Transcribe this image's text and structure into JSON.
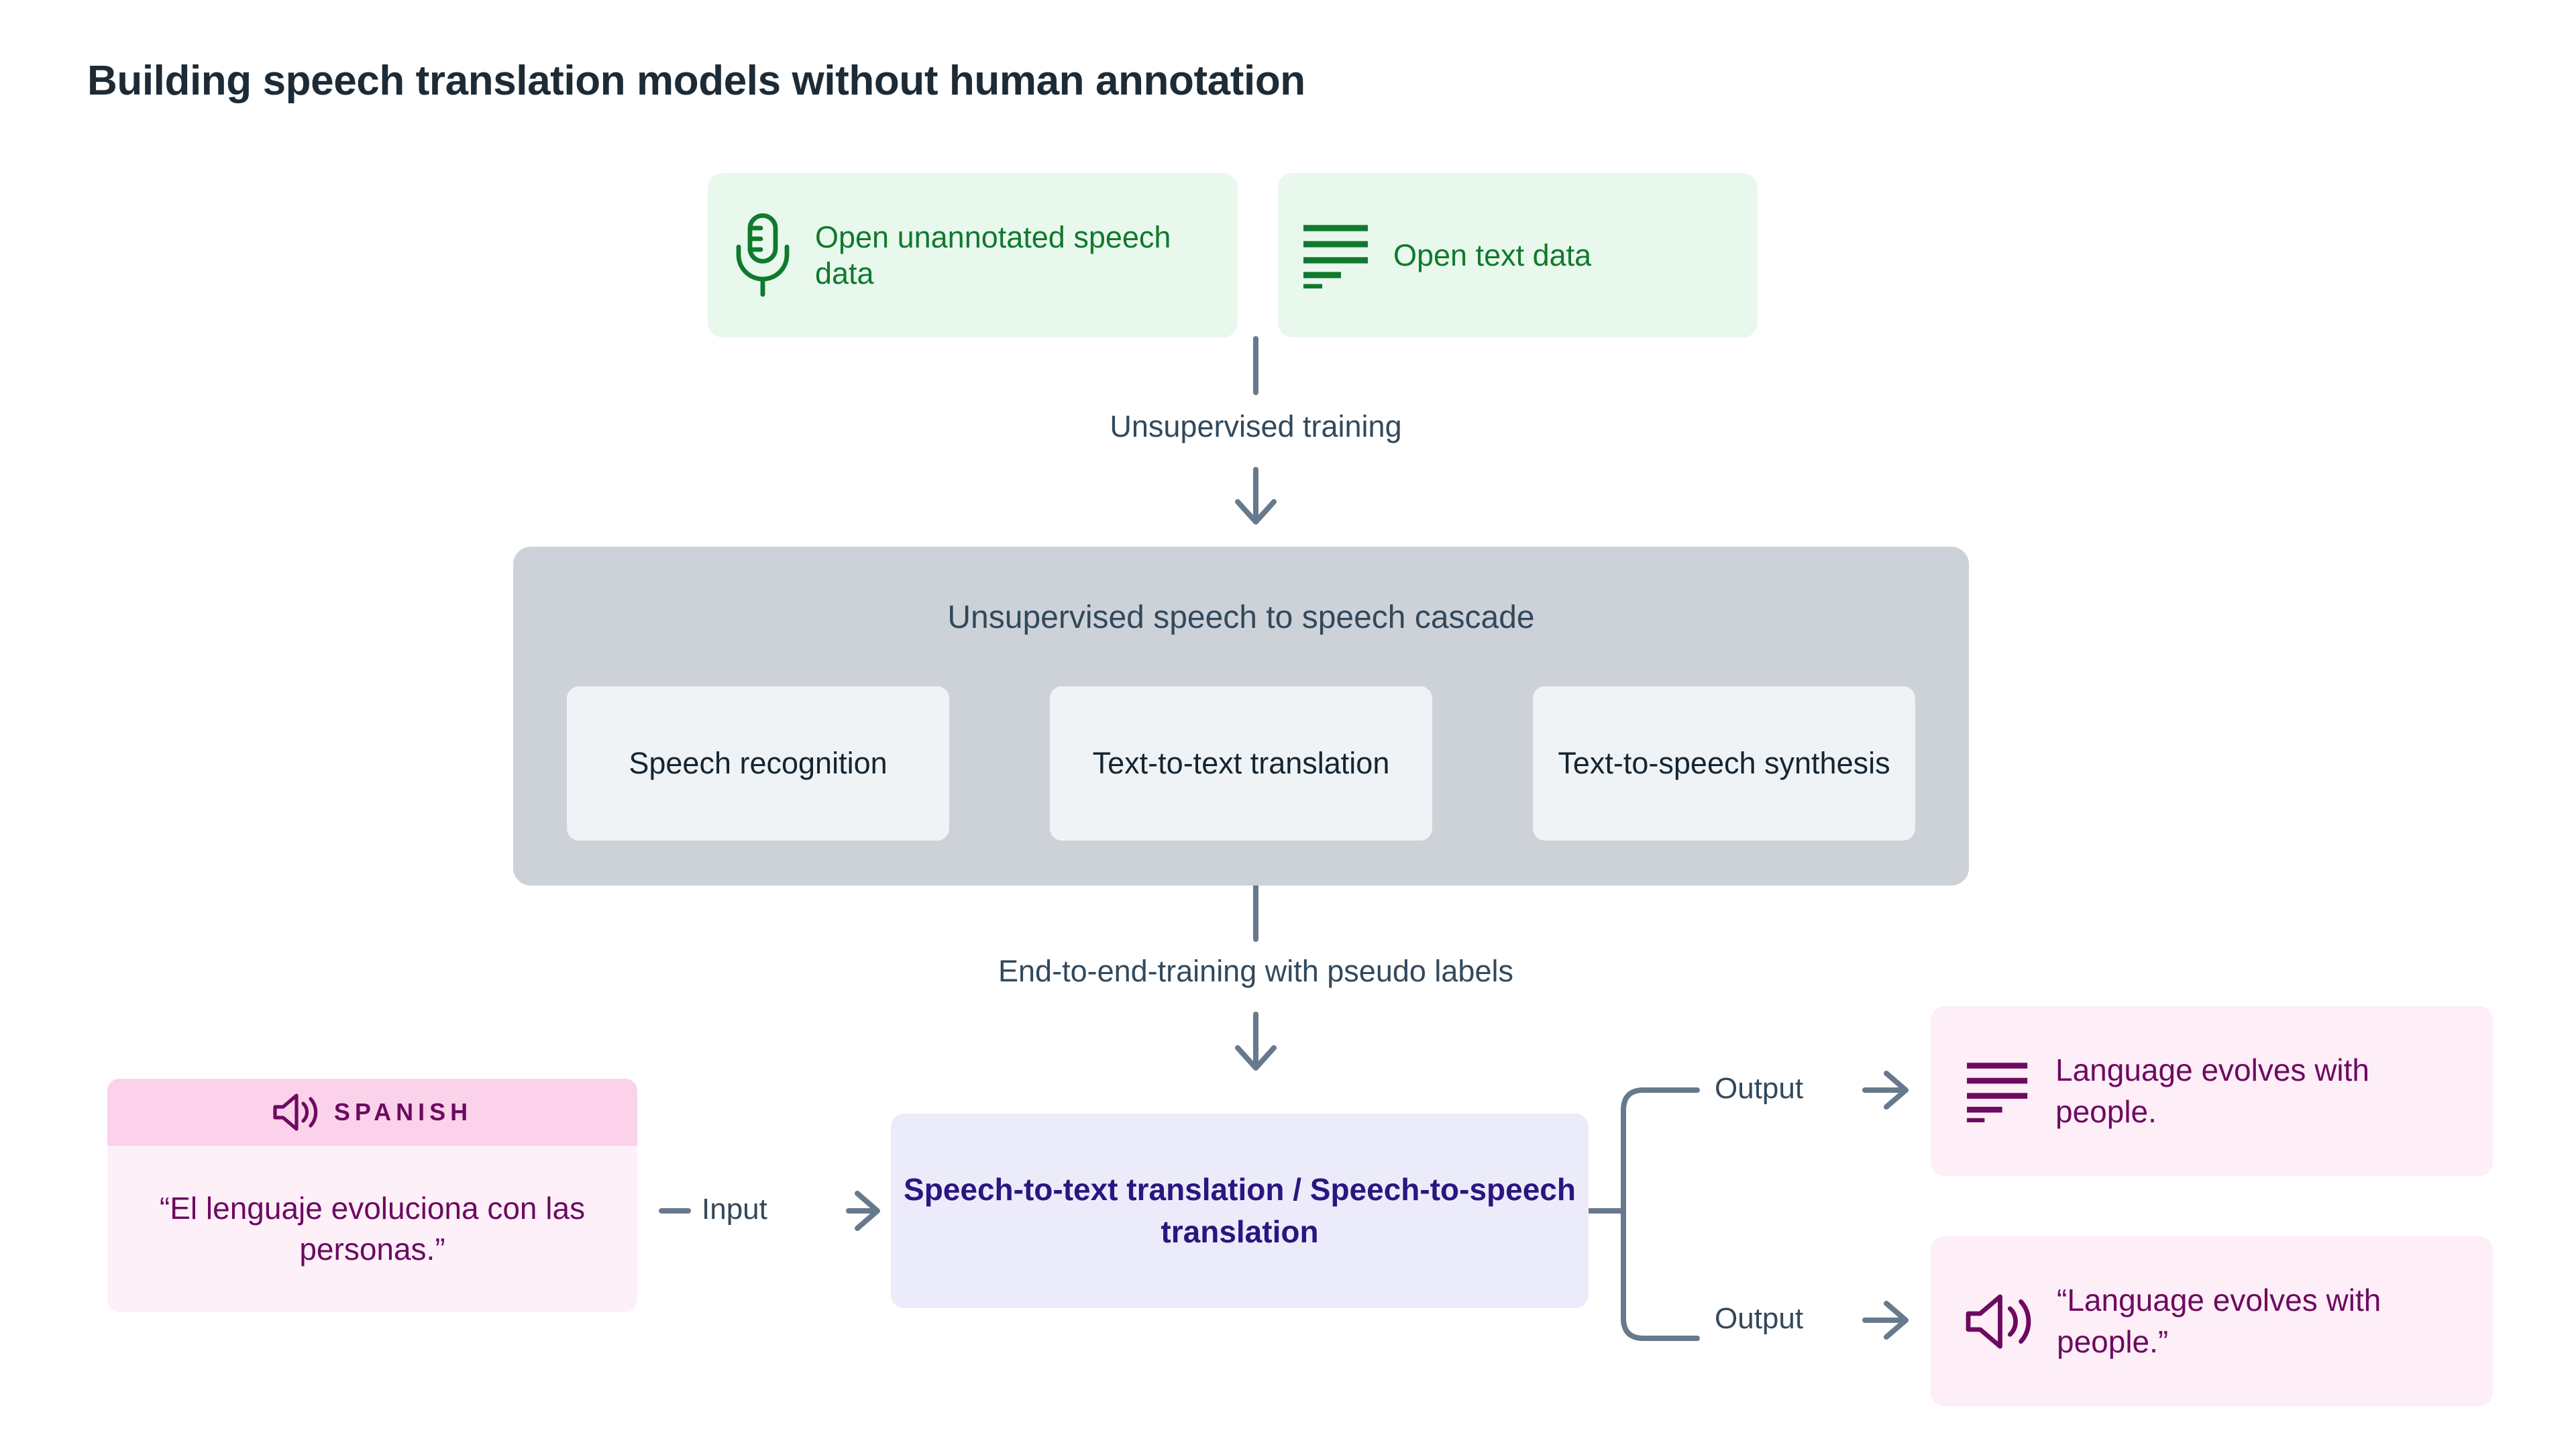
{
  "page": {
    "title": "Building speech translation models without human annotation",
    "background": "#ffffff"
  },
  "colors": {
    "green_bg": "#e9f8ed",
    "green_fg": "#0f7a2c",
    "gray_bg": "#ccd2d8",
    "gray_card_bg": "#eff3f5",
    "slate_text": "#32495c",
    "connector": "#67798c",
    "purple_bg": "#ecebfa",
    "purple_fg": "#2b1580",
    "pink_header_bg": "#fbd2ea",
    "pink_body_bg": "#fdf0f9",
    "pink_card_bg": "#fdeef7",
    "magenta_fg": "#6d0a60"
  },
  "sources": [
    {
      "icon": "microphone-icon",
      "label": "Open unannotated speech data"
    },
    {
      "icon": "text-lines-icon",
      "label": "Open text data"
    }
  ],
  "connectors": {
    "unsupervised_training": "Unsupervised training",
    "end_to_end": "End-to-end-training with pseudo labels",
    "input": "Input",
    "output_top": "Output",
    "output_bottom": "Output"
  },
  "cascade": {
    "title": "Unsupervised speech to speech cascade",
    "stages": [
      "Speech recognition",
      "Text-to-text translation",
      "Text-to-speech synthesis"
    ]
  },
  "model": {
    "label": "Speech-to-text translation / Speech-to-speech translation"
  },
  "input_sample": {
    "icon": "speaker-icon",
    "language": "SPANISH",
    "quote": "“El lenguaje evoluciona con las personas.”"
  },
  "outputs": [
    {
      "icon": "text-lines-icon",
      "text": "Language evolves with people."
    },
    {
      "icon": "speaker-icon",
      "text": "“Language evolves with people.”"
    }
  ]
}
